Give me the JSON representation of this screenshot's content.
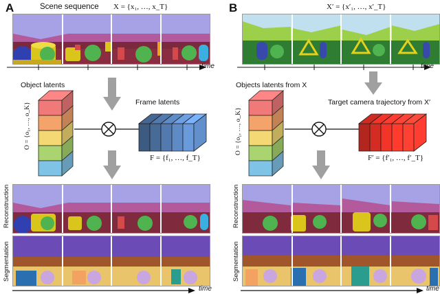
{
  "panel_a": {
    "letter": "A",
    "title": "Scene sequence",
    "x_formula": "X = {x₁, …, x_T}",
    "object_latents_label": "Object latents",
    "object_formula": "O = {o₁, …, o_K}",
    "frame_latents_label": "Frame latents",
    "frame_formula": "F = {f₁, …, f_T}",
    "reconstruction_label": "Reconstruction",
    "segmentation_label": "Segmentation",
    "time_top": "time",
    "time_bottom": "time"
  },
  "panel_b": {
    "letter": "B",
    "x_formula": "X′ = {x′₁, …, x′_T}",
    "object_latents_label": "Objects latents from X",
    "object_formula": "O = {o₁, …, o_K}",
    "target_label": "Target camera trajectory from X′",
    "frame_formula": "F′ = {f′₁, …, f′_T}",
    "reconstruction_label": "Reconstruction",
    "segmentation_label": "Segmentation",
    "time_top": "time",
    "time_bottom": "time"
  },
  "colors": {
    "latent_stack": [
      "#f07a7a",
      "#f4a36a",
      "#f3d873",
      "#a9d46f",
      "#7fc3e6"
    ],
    "frame_latents": "#3d5a80",
    "target_latents": "#b3261e",
    "arrow_gray": "#a0a0a0"
  }
}
